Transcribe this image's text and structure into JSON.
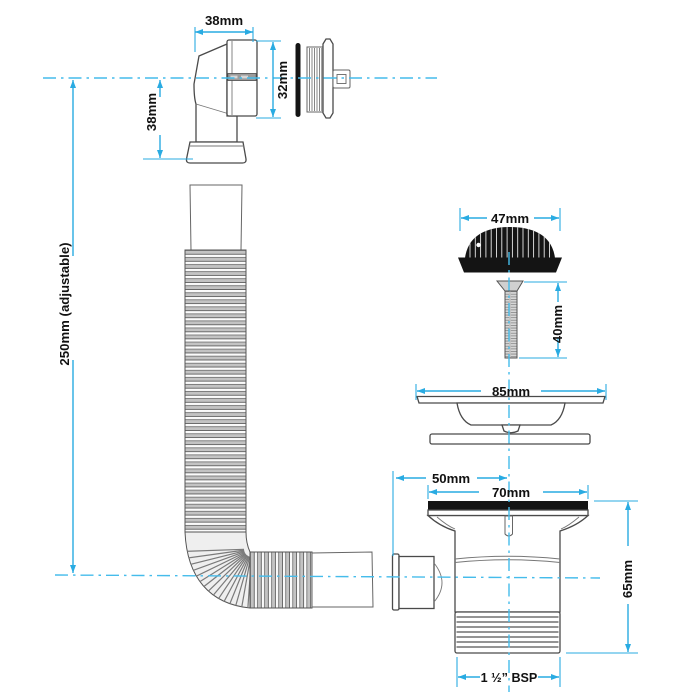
{
  "diagram": {
    "kind": "technical-dimension-drawing",
    "labels": {
      "elbow_top_width": "38mm",
      "elbow_outlet_diameter": "32mm",
      "elbow_height": "38mm",
      "hose_length": "250mm (adjustable)",
      "cap_width": "47mm",
      "screw_length": "40mm",
      "flange_width": "85mm",
      "inlet_offset": "50mm",
      "waste_top_width": "70mm",
      "waste_height": "65mm",
      "thread_size": "1 ½” BSP"
    },
    "colors": {
      "dimension_line": "#29abe2",
      "centerline": "#45bceb",
      "part_outline": "#4a4a4a",
      "black_parts": "#141414",
      "background": "#ffffff"
    }
  }
}
